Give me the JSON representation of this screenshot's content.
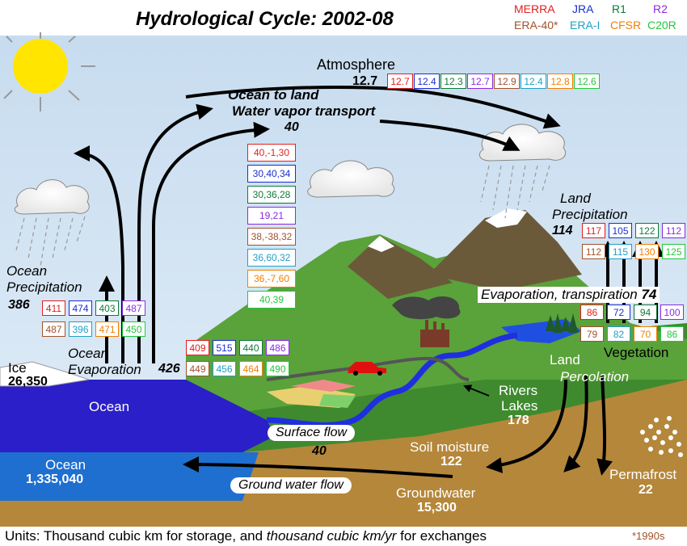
{
  "title": "Hydrological Cycle: 2002-08",
  "legend": {
    "row1": [
      {
        "name": "MERRA",
        "color": "#e02020"
      },
      {
        "name": "JRA",
        "color": "#1a2fd0"
      },
      {
        "name": "R1",
        "color": "#0e7a3a"
      },
      {
        "name": "R2",
        "color": "#8a2be2"
      }
    ],
    "row2": [
      {
        "name": "ERA-40*",
        "color": "#a0522d"
      },
      {
        "name": "ERA-I",
        "color": "#1fa0c8"
      },
      {
        "name": "CFSR",
        "color": "#f07f00"
      },
      {
        "name": "C20R",
        "color": "#22c83c"
      }
    ]
  },
  "atmosphere": {
    "label": "Atmosphere",
    "value": "12.7",
    "products": [
      "12.7",
      "12.4",
      "12.3",
      "12.7",
      "12.9",
      "12.4",
      "12.8",
      "12.6"
    ]
  },
  "transport": {
    "line1": "Ocean to land",
    "line2": "Water vapor transport",
    "value": "40",
    "products": [
      "40,-1,30",
      "30,40,34",
      "30,36,28",
      "19,21",
      "38,-38,32",
      "36,60,32",
      "36,-7,60",
      "40,39"
    ]
  },
  "land_precip": {
    "line1": "Land",
    "line2": "Precipitation",
    "value": "114",
    "products": [
      "117",
      "105",
      "122",
      "112",
      "112",
      "115",
      "130",
      "125"
    ]
  },
  "ocean_precip": {
    "line1": "Ocean",
    "line2": "Precipitation",
    "value": "386",
    "products": [
      "411",
      "474",
      "403",
      "487",
      "487",
      "396",
      "471",
      "450"
    ]
  },
  "ocean_evap": {
    "line1": "Ocean",
    "line2": "Evaporation",
    "value": "426",
    "products": [
      "409",
      "515",
      "440",
      "486",
      "449",
      "456",
      "464",
      "490"
    ]
  },
  "evap_transp": {
    "label": "Evaporation, transpiration",
    "value": "74",
    "products": [
      "86",
      "72",
      "94",
      "100",
      "79",
      "82",
      "70",
      "86"
    ]
  },
  "vegetation": "Vegetation",
  "ice": {
    "label": "Ice",
    "value": "26,350"
  },
  "ocean_surface": "Ocean",
  "ocean_storage": {
    "label": "Ocean",
    "value": "1,335,040"
  },
  "rivers": {
    "line1": "Rivers",
    "line2": "Lakes",
    "value": "178"
  },
  "land_perc": {
    "line1": "Land",
    "line2": "Percolation"
  },
  "surface_flow": {
    "label": "Surface flow",
    "value": "40"
  },
  "soil": {
    "label": "Soil moisture",
    "value": "122"
  },
  "ground_flow": "Ground water flow",
  "groundwater": {
    "label": "Groundwater",
    "value": "15,300"
  },
  "permafrost": {
    "label": "Permafrost",
    "value": "22"
  },
  "units": {
    "part1": "Units: Thousand cubic km for storage, and ",
    "part2": "thousand cubic km/yr",
    "part3": " for exchanges"
  },
  "footnote": "*1990s"
}
